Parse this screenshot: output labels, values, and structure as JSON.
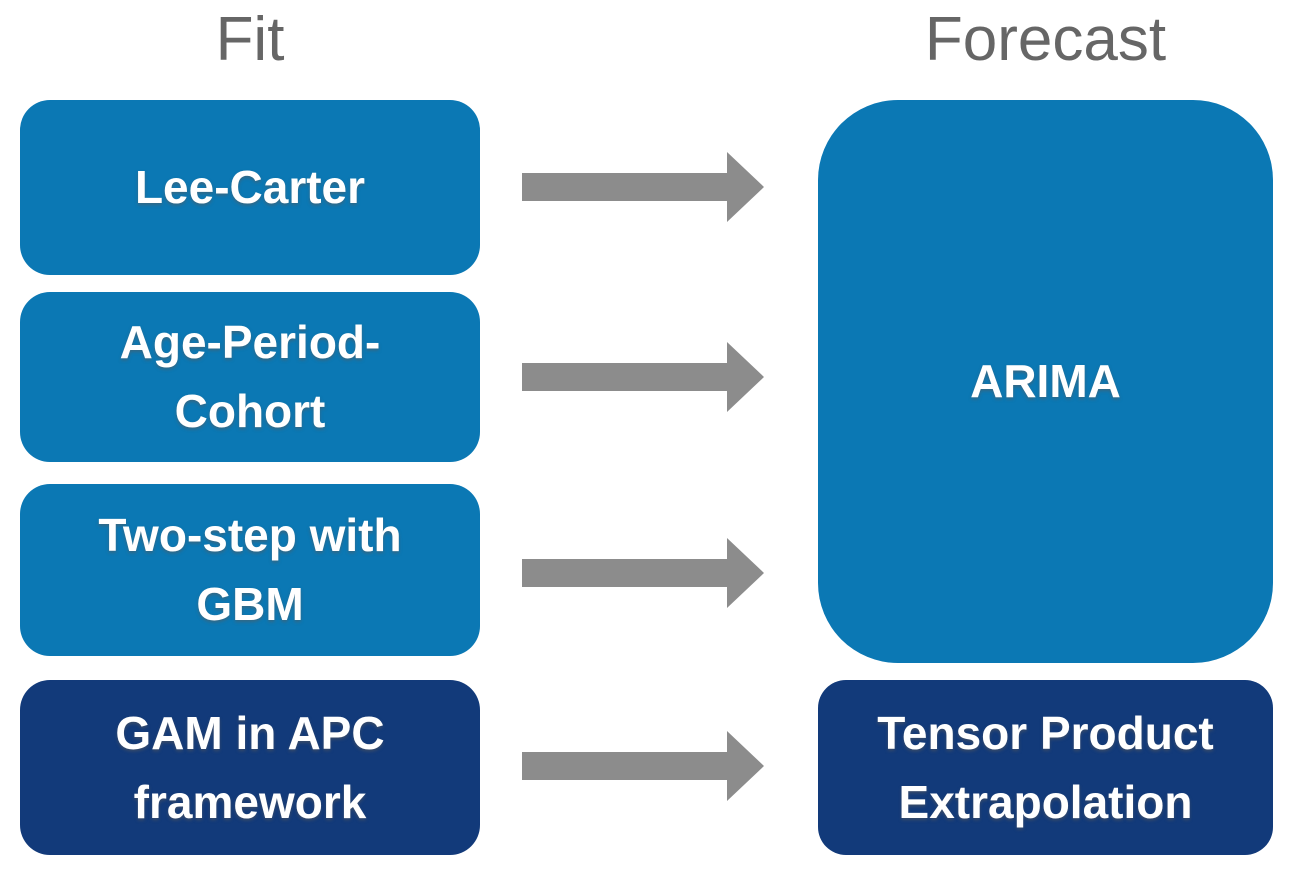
{
  "diagram": {
    "headers": {
      "fit": "Fit",
      "forecast": "Forecast"
    },
    "fit_boxes": [
      {
        "label": "Lee-Carter",
        "style": "medium-blue"
      },
      {
        "label": "Age-Period-Cohort",
        "style": "medium-blue"
      },
      {
        "label": "Two-step with GBM",
        "style": "medium-blue"
      },
      {
        "label": "GAM in APC framework",
        "style": "dark-blue"
      }
    ],
    "forecast_boxes": [
      {
        "label": "ARIMA",
        "style": "medium-blue"
      },
      {
        "label": "Tensor Product Extrapolation",
        "style": "dark-blue"
      }
    ],
    "arrows": {
      "icon": "right-arrow-icon",
      "count": 4,
      "direction": "right"
    }
  },
  "colors": {
    "medium_blue": "#0b78b4",
    "dark_blue": "#123a7a",
    "arrow_gray": "#8c8c8c",
    "heading_gray": "#666666",
    "box_text": "#ffffff"
  }
}
